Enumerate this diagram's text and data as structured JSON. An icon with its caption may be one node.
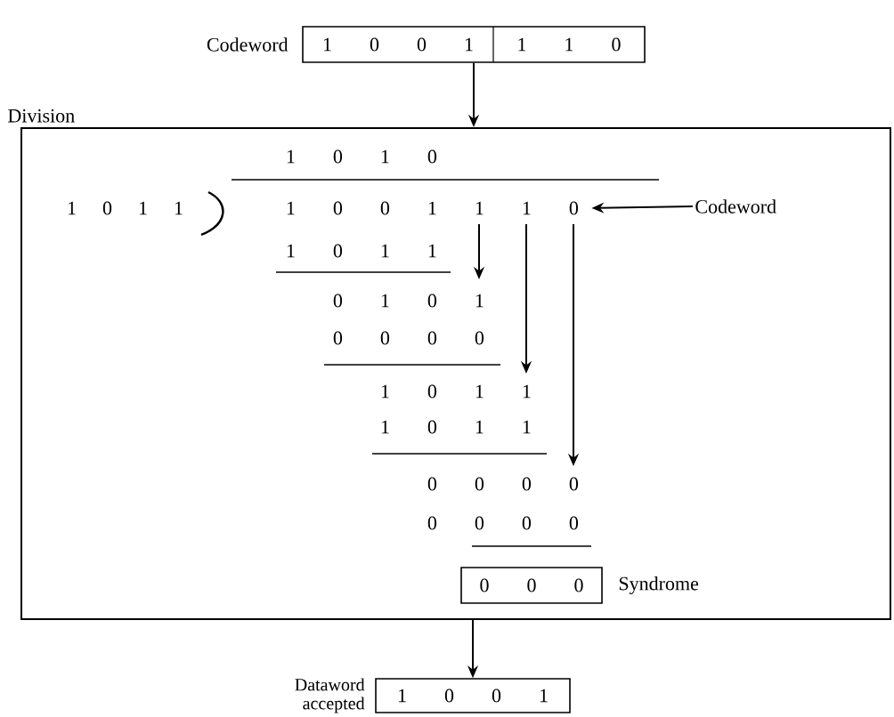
{
  "diagram": {
    "nodes": [
      {
        "text": [
          "1 0 0 1",
          "1 1 0"
        ],
        "beside": [
          "Codeword"
        ]
      },
      {
        "text": [
          "Division"
        ]
      },
      {
        "text": [
          "1 0 0 1 1 1 0"
        ],
        "in": 1
      },
      {
        "text": [
          "Codeword"
        ],
        "in": 1
      },
      {
        "text": [
          "0 0 0"
        ],
        "in": 1,
        "beside": [
          "Syndrome"
        ]
      },
      {
        "text": [
          "1 0 0 1"
        ],
        "beside": [
          "Dataword accepted"
        ]
      }
    ],
    "edges": [
      {
        "from": 0,
        "to": 1,
        "arrow": "to"
      },
      {
        "from": 3,
        "to": 2,
        "arrow": "to"
      },
      {
        "from": 1,
        "to": 5,
        "arrow": "to"
      }
    ],
    "labels": [
      "1 0 1 0",
      "1 0 1 1",
      "1 0 1 1",
      "0 1 0 1",
      "0 0 0 0",
      "1 0 1 1",
      "1 0 1 1",
      "0 0 0 0",
      "0 0 0 0"
    ]
  }
}
